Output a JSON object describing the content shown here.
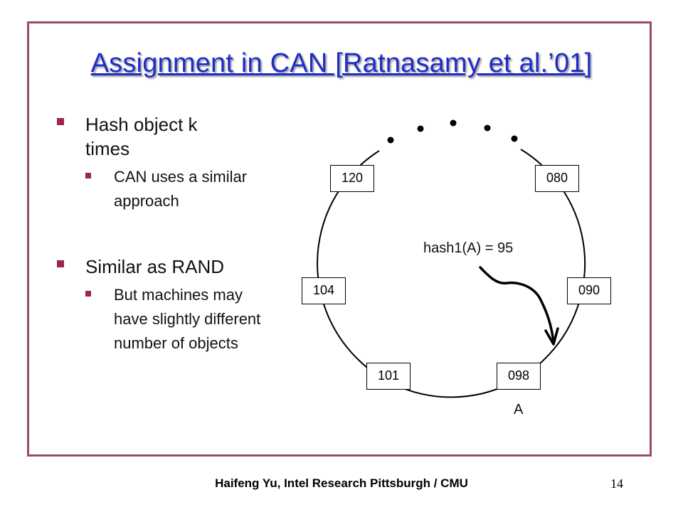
{
  "slide": {
    "title": "Assignment in CAN [Ratnasamy et al.’01]",
    "bullets": [
      {
        "text": "Hash object k times",
        "sub": [
          "CAN uses a similar approach"
        ]
      },
      {
        "text": "Similar as RAND",
        "sub": [
          "But machines may have slightly different number of objects"
        ]
      }
    ]
  },
  "diagram": {
    "nodes": [
      "120",
      "080",
      "104",
      "090",
      "101",
      "098"
    ],
    "hash_label": "hash1(A) = 95",
    "object_label": "A"
  },
  "footer": {
    "text": "Haifeng Yu, Intel Research Pittsburgh / CMU",
    "page_number": "14"
  },
  "colors": {
    "title": "#1f2cc8",
    "frame": "#9b4a6e",
    "bullet": "#9b2454"
  }
}
